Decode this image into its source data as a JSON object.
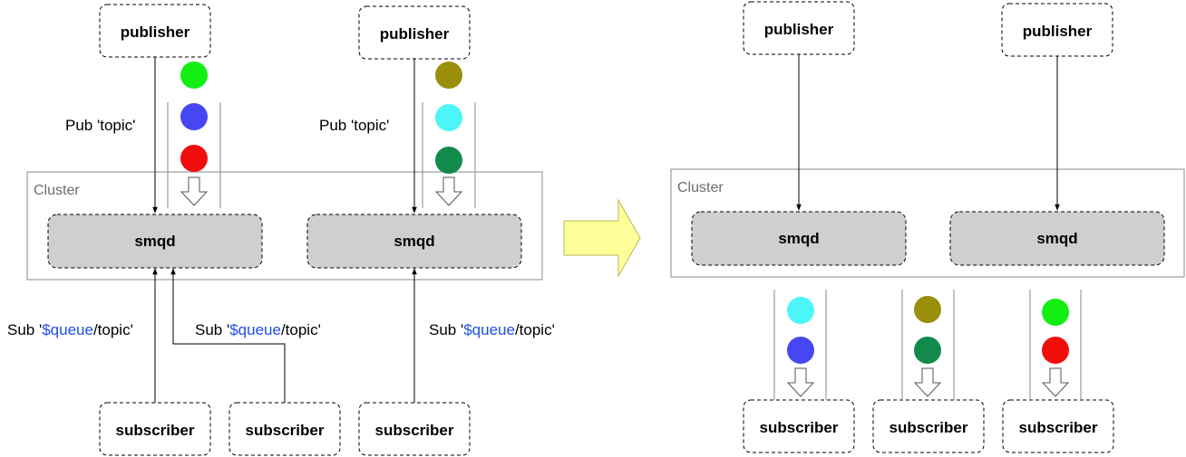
{
  "labels": {
    "publisher": "publisher",
    "subscriber": "subscriber",
    "node": "smqd",
    "cluster": "Cluster",
    "pub": "Pub 'topic'",
    "sub_prefix": "Sub '",
    "sub_queue": "$queue",
    "sub_suffix": "/topic'"
  },
  "colors": {
    "green": "#13ee13",
    "blue": "#4646f2",
    "red": "#f20d0d",
    "olive": "#998f0a",
    "cyan": "#4cf6f6",
    "darkgreen": "#128a4c",
    "node_fill": "#cfcfcf",
    "transition_arrow": "#ffff99"
  },
  "left": {
    "stack_a": [
      "green",
      "blue",
      "red"
    ],
    "stack_b": [
      "olive",
      "cyan",
      "darkgreen"
    ]
  },
  "right": {
    "stack_1": [
      "cyan",
      "blue"
    ],
    "stack_2": [
      "olive",
      "darkgreen"
    ],
    "stack_3": [
      "green",
      "red"
    ]
  }
}
